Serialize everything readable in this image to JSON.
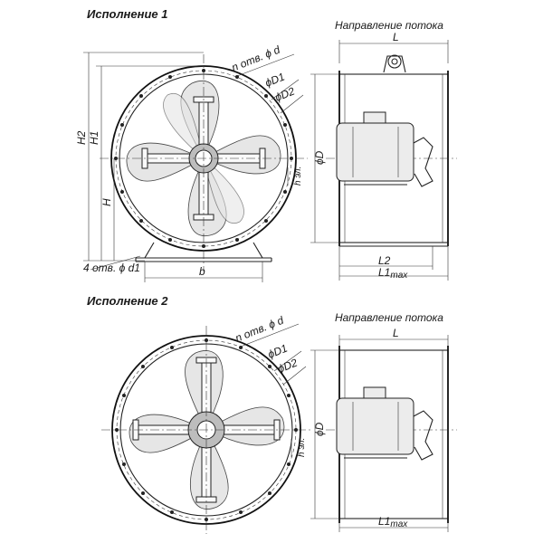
{
  "variant1": {
    "title": "Исполнение 1",
    "flow": "Направление потока",
    "holes_n": "n отв. ϕ d",
    "d1": "ϕD1",
    "d2": "ϕD2",
    "h2": "H2",
    "h1": "H1",
    "h": "H",
    "h_el": "h эл.",
    "holes_4": "4 отв. ϕ d1",
    "b": "b",
    "diam": "ϕD",
    "l": "L",
    "l2": "L2",
    "l1": "L1",
    "l1_sub": "max"
  },
  "variant2": {
    "title": "Исполнение 2",
    "flow": "Направление потока",
    "holes_n": "n отв. ϕ d",
    "d1": "ϕD1",
    "d2": "ϕD2",
    "h_el": "h эл.",
    "diam": "ϕD",
    "l": "L",
    "l1": "L1",
    "l1_sub": "max"
  }
}
